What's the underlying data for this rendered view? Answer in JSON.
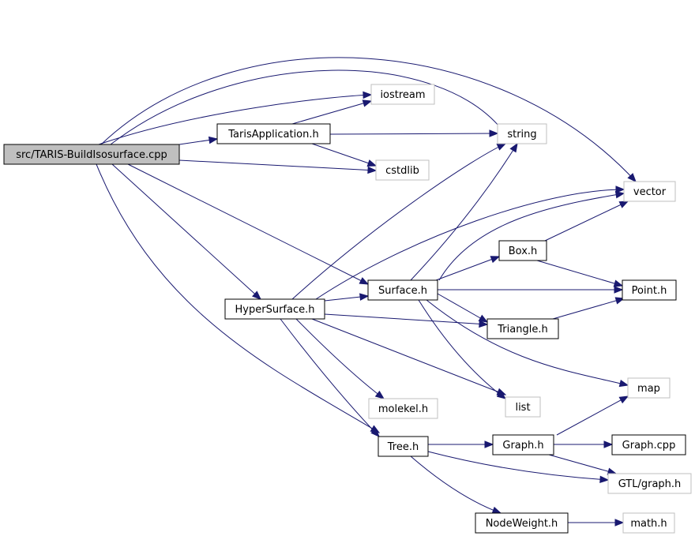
{
  "nodes": {
    "root": "src/TARIS-BuildIsosurface.cpp",
    "iostream": "iostream",
    "taris_app": "TarisApplication.h",
    "string": "string",
    "cstdlib": "cstdlib",
    "vector": "vector",
    "box": "Box.h",
    "surface": "Surface.h",
    "point": "Point.h",
    "hypersurface": "HyperSurface.h",
    "triangle": "Triangle.h",
    "map": "map",
    "molekel": "molekel.h",
    "list": "list",
    "tree": "Tree.h",
    "graph_h": "Graph.h",
    "graph_cpp": "Graph.cpp",
    "gtl_graph": "GTL/graph.h",
    "nodeweight": "NodeWeight.h",
    "math": "math.h"
  },
  "external_nodes": [
    "iostream",
    "string",
    "cstdlib",
    "vector",
    "map",
    "molekel",
    "list",
    "gtl_graph",
    "math"
  ],
  "edges": [
    [
      "root",
      "iostream"
    ],
    [
      "root",
      "taris_app"
    ],
    [
      "root",
      "string"
    ],
    [
      "root",
      "cstdlib"
    ],
    [
      "root",
      "vector"
    ],
    [
      "root",
      "surface"
    ],
    [
      "root",
      "hypersurface"
    ],
    [
      "root",
      "tree"
    ],
    [
      "taris_app",
      "iostream"
    ],
    [
      "taris_app",
      "string"
    ],
    [
      "taris_app",
      "cstdlib"
    ],
    [
      "hypersurface",
      "string"
    ],
    [
      "hypersurface",
      "vector"
    ],
    [
      "hypersurface",
      "surface"
    ],
    [
      "hypersurface",
      "triangle"
    ],
    [
      "hypersurface",
      "molekel"
    ],
    [
      "hypersurface",
      "list"
    ],
    [
      "hypersurface",
      "tree"
    ],
    [
      "surface",
      "string"
    ],
    [
      "surface",
      "vector"
    ],
    [
      "surface",
      "box"
    ],
    [
      "surface",
      "point"
    ],
    [
      "surface",
      "triangle"
    ],
    [
      "surface",
      "map"
    ],
    [
      "surface",
      "list"
    ],
    [
      "box",
      "vector"
    ],
    [
      "box",
      "point"
    ],
    [
      "triangle",
      "point"
    ],
    [
      "tree",
      "graph_h"
    ],
    [
      "tree",
      "gtl_graph"
    ],
    [
      "tree",
      "nodeweight"
    ],
    [
      "graph_h",
      "map"
    ],
    [
      "graph_h",
      "graph_cpp"
    ],
    [
      "graph_h",
      "gtl_graph"
    ],
    [
      "nodeweight",
      "math"
    ]
  ]
}
